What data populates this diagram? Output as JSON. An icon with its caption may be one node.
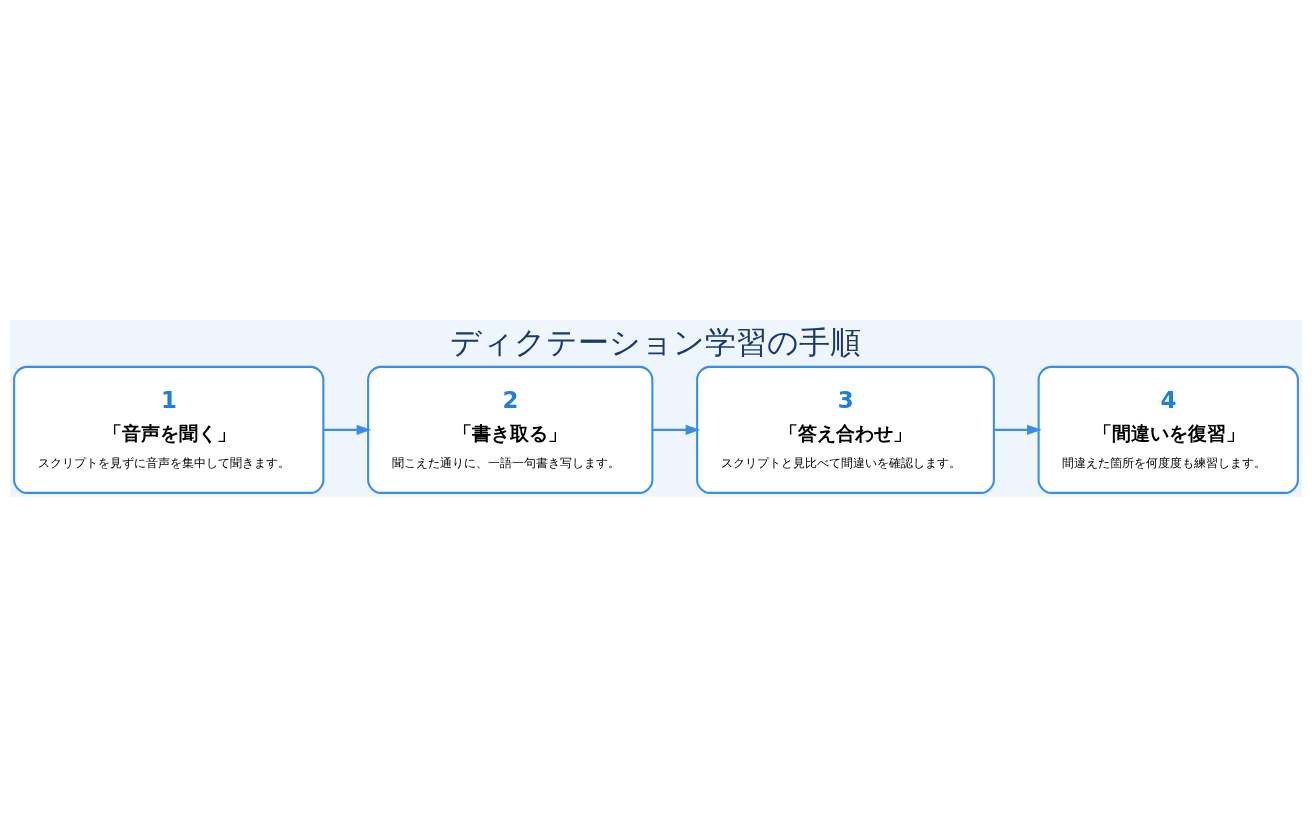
{
  "diagram": {
    "title": "ディクテーション学習の手順",
    "nodes": [
      {
        "text": [
          "1",
          "「音声を聞く」",
          "スクリプトを見ずに音声を集中して聞きます。"
        ]
      },
      {
        "text": [
          "2",
          "「書き取る」",
          "聞こえた通りに、一語一句書き写します。"
        ]
      },
      {
        "text": [
          "3",
          "「答え合わせ」",
          "スクリプトと見比べて間違いを確認します。"
        ]
      },
      {
        "text": [
          "4",
          "「間違いを復習」",
          "間違えた箇所を何度度も練習します。"
        ]
      }
    ],
    "edges": [
      {
        "from": 0,
        "to": 1,
        "arrow": "to"
      },
      {
        "from": 1,
        "to": 2,
        "arrow": "to"
      },
      {
        "from": 2,
        "to": 3,
        "arrow": "to"
      }
    ]
  }
}
